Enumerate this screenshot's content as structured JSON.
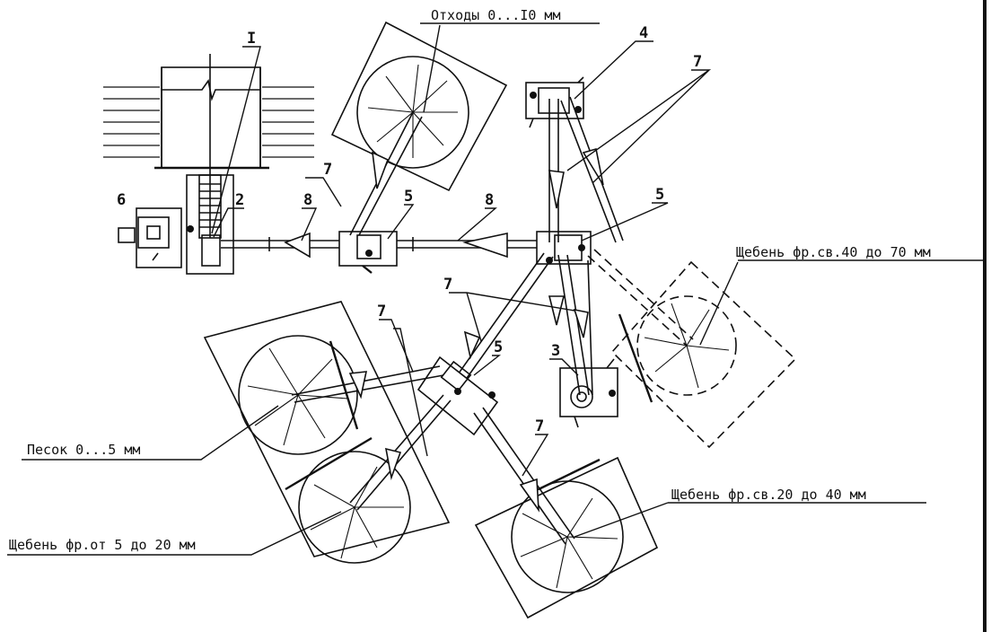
{
  "labels": {
    "waste": "Отходы 0...I0 мм",
    "crushed_40_70": "Щебень фр.св.40 до 70 мм",
    "sand": "Песок 0...5 мм",
    "crushed_20_40": "Щебень фр.св.20 до 40 мм",
    "crushed_5_20": "Щебень фр.от 5 до 20 мм"
  },
  "numbers": {
    "n1": "I",
    "n2": "2",
    "n3": "3",
    "n4": "4",
    "n5a": "5",
    "n5b": "5",
    "n5c": "5",
    "n6": "6",
    "n7a": "7",
    "n7b": "7",
    "n7c": "7",
    "n7d": "7",
    "n7e": "7",
    "n8a": "8",
    "n8b": "8"
  },
  "colors": {
    "ink": "#111111",
    "paper": "#ffffff"
  }
}
